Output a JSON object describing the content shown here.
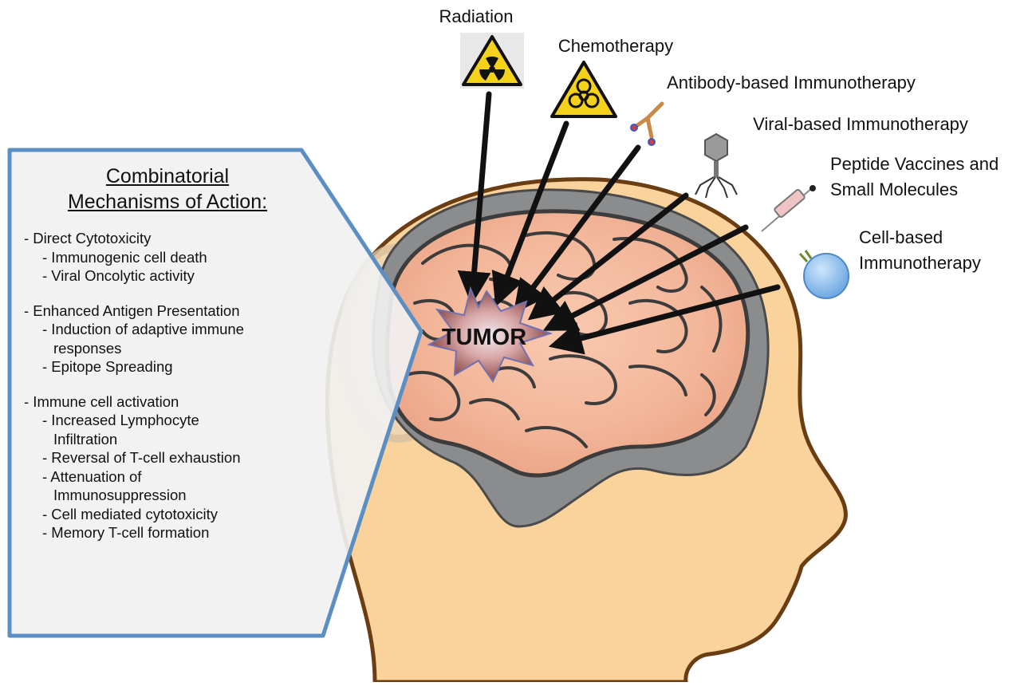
{
  "therapies": [
    {
      "id": "radiation",
      "label": "Radiation",
      "icon": "radiation-hazard-icon"
    },
    {
      "id": "chemotherapy",
      "label": "Chemotherapy",
      "icon": "biohazard-icon"
    },
    {
      "id": "antibody",
      "label": "Antibody-based Immunotherapy",
      "icon": "antibody-icon"
    },
    {
      "id": "viral",
      "label": "Viral-based Immunotherapy",
      "icon": "bacteriophage-icon"
    },
    {
      "id": "peptide",
      "label_lines": [
        "Peptide Vaccines and",
        "Small Molecules"
      ],
      "icon": "syringe-icon"
    },
    {
      "id": "cell",
      "label_lines": [
        "Cell-based",
        "Immunotherapy"
      ],
      "icon": "immune-cell-icon"
    }
  ],
  "tumor": {
    "label": "TUMOR"
  },
  "panel": {
    "title_lines": [
      "Combinatorial",
      "Mechanisms of Action:"
    ],
    "groups": [
      {
        "heading": "- Direct Cytotoxicity",
        "items": [
          "- Immunogenic cell death",
          "- Viral Oncolytic activity"
        ]
      },
      {
        "heading": "- Enhanced Antigen Presentation",
        "items": [
          "- Induction of adaptive immune responses",
          "- Epitope Spreading"
        ]
      },
      {
        "heading": "- Immune cell activation",
        "items": [
          "- Increased Lymphocyte Infiltration",
          "- Reversal of T-cell exhaustion",
          "- Attenuation of Immunosuppression",
          "- Cell mediated cytotoxicity",
          "- Memory T-cell formation"
        ]
      }
    ]
  },
  "colors": {
    "skin": "#f9d29c",
    "skin_outline": "#6b3d12",
    "brain": "#f3b79a",
    "brain_outline": "#3c3c3c",
    "skull": "#8a8c8e",
    "panel_fill": "#f1f1f1",
    "panel_border": "#5b8fc4",
    "arrow": "#111111",
    "tumor_fill": "#7d3737",
    "hazard_yellow": "#f4d21a",
    "cell_blue": "#8fc3ef"
  }
}
